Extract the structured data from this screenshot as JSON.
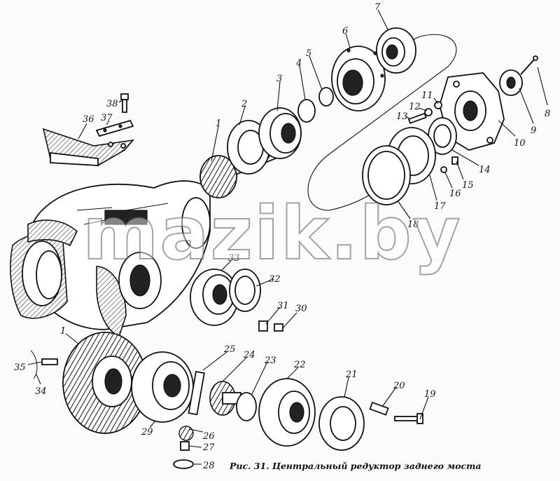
{
  "figure": {
    "caption": "Рис. 31. Центральный редуктор заднего моста",
    "watermark": "mazik.by",
    "callouts": [
      "1",
      "2",
      "3",
      "4",
      "5",
      "6",
      "7",
      "8",
      "9",
      "10",
      "11",
      "12",
      "13",
      "14",
      "15",
      "16",
      "17",
      "18",
      "19",
      "20",
      "21",
      "22",
      "23",
      "24",
      "25",
      "26",
      "27",
      "28",
      "29",
      "30",
      "31",
      "32",
      "33",
      "34",
      "35",
      "36",
      "37",
      "38",
      "1"
    ]
  }
}
